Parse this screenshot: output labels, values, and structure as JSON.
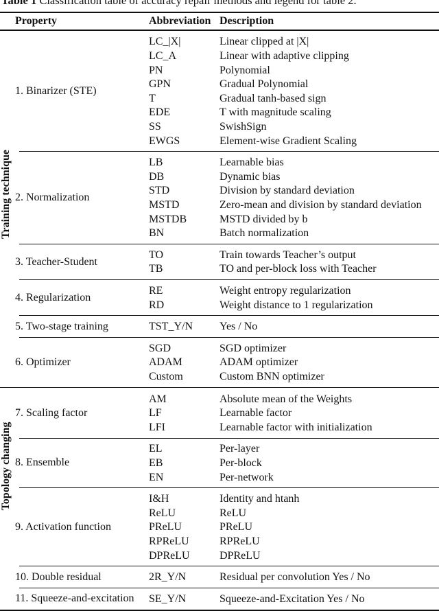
{
  "caption": {
    "label": "Table 1",
    "text": "Classification table of accuracy repair methods and legend for table 2."
  },
  "headers": {
    "property": "Property",
    "abbreviation": "Abbreviation",
    "description": "Description"
  },
  "sections": [
    {
      "label": "Training technique",
      "groups": [
        {
          "property": "1. Binarizer (STE)",
          "rows": [
            [
              "LC_|X|",
              "Linear clipped at |X|"
            ],
            [
              "LC_A",
              "Linear with adaptive clipping"
            ],
            [
              "PN",
              "Polynomial"
            ],
            [
              "GPN",
              "Gradual Polynomial"
            ],
            [
              "T",
              "Gradual tanh-based sign"
            ],
            [
              "EDE",
              "T with magnitude scaling"
            ],
            [
              "SS",
              "SwishSign"
            ],
            [
              "EWGS",
              "Element-wise Gradient Scaling"
            ]
          ]
        },
        {
          "property": "2. Normalization",
          "rows": [
            [
              "LB",
              "Learnable bias"
            ],
            [
              "DB",
              "Dynamic bias"
            ],
            [
              "STD",
              "Division by standard deviation"
            ],
            [
              "MSTD",
              "Zero-mean and division by standard deviation"
            ],
            [
              "MSTDB",
              "MSTD divided by b"
            ],
            [
              "BN",
              "Batch normalization"
            ]
          ]
        },
        {
          "property": "3. Teacher-Student",
          "rows": [
            [
              "TO",
              "Train towards Teacher’s output"
            ],
            [
              "TB",
              "TO and per-block loss with Teacher"
            ]
          ]
        },
        {
          "property": "4. Regularization",
          "rows": [
            [
              "RE",
              "Weight entropy regularization"
            ],
            [
              "RD",
              "Weight distance to 1 regularization"
            ]
          ]
        },
        {
          "property": "5. Two-stage training",
          "rows": [
            [
              "TST_Y/N",
              "Yes / No"
            ]
          ]
        },
        {
          "property": "6. Optimizer",
          "rows": [
            [
              "SGD",
              "SGD optimizer"
            ],
            [
              "ADAM",
              "ADAM optimizer"
            ],
            [
              "Custom",
              "Custom BNN optimizer"
            ]
          ]
        }
      ]
    },
    {
      "label": "Topology changing",
      "groups": [
        {
          "property": "7. Scaling factor",
          "rows": [
            [
              "AM",
              "Absolute mean of the Weights"
            ],
            [
              "LF",
              "Learnable factor"
            ],
            [
              "LFI",
              "Learnable factor with initialization"
            ]
          ]
        },
        {
          "property": "8. Ensemble",
          "rows": [
            [
              "EL",
              "Per-layer"
            ],
            [
              "EB",
              "Per-block"
            ],
            [
              "EN",
              "Per-network"
            ]
          ]
        },
        {
          "property": "9. Activation function",
          "rows": [
            [
              "I&H",
              "Identity and htanh"
            ],
            [
              "ReLU",
              "ReLU"
            ],
            [
              "PReLU",
              "PReLU"
            ],
            [
              "RPReLU",
              "RPReLU"
            ],
            [
              "DPReLU",
              "DPReLU"
            ]
          ]
        },
        {
          "property": "10. Double residual",
          "rows": [
            [
              "2R_Y/N",
              "Residual per convolution Yes / No"
            ]
          ]
        },
        {
          "property": "11. Squeeze-and-excitation",
          "rows": [
            [
              "SE_Y/N",
              "Squeeze-and-Excitation Yes / No"
            ]
          ]
        }
      ]
    }
  ]
}
